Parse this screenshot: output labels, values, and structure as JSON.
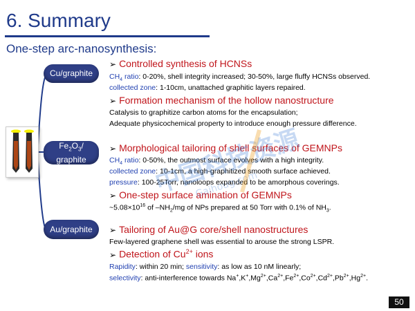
{
  "slide": {
    "title": "6. Summary",
    "subtitle": "One-step arc-nanosynthesis:",
    "page_number": "50"
  },
  "categories": {
    "cu": "Cu/graphite",
    "fe_prefix": "Fe",
    "fe_sub1": "2",
    "fe_mid": "O",
    "fe_sub2": "3",
    "fe_suffix": "/",
    "fe_line2": "graphite",
    "au": "Au/graphite"
  },
  "sections": {
    "s1": {
      "head": "Controlled synthesis of HCNSs",
      "l1_kw1": "CH",
      "l1_sub": "4",
      "l1_kw2": " ratio",
      "l1_text": ": 0-20%, shell integrity increased; 30-50%, large fluffy HCNSs observed.",
      "l2_kw": "collected zone",
      "l2_text": ": 1-10cm, unattached graphitic layers repaired."
    },
    "s2": {
      "head": "Formation mechanism of the hollow nanostructure",
      "l1": "Catalysis to graphitize carbon atoms for the encapsulation;",
      "l2": "Adequate physicochemical property to introduce enough pressure difference."
    },
    "s3": {
      "head": "Morphological tailoring of shell surfaces of GEMNPs",
      "l1_kw1": "CH",
      "l1_sub": "4",
      "l1_kw2": " ratio",
      "l1_text": ": 0-50%, the outmost surface evolves with a high integrity.",
      "l2_kw": "collected zone",
      "l2_text": ": 10-1cm, a high-graphitized smooth surface achieved.",
      "l3_kw": "pressure",
      "l3_text": ": 100-25Torr, nanoloops expanded to be amorphous coverings."
    },
    "s4": {
      "head": "One-step surface amination of GEMNPs",
      "l1_a": "~5.08",
      "l1_times": "×",
      "l1_b": "10",
      "l1_exp": "16",
      "l1_c": " of –NH",
      "l1_sub2": "2",
      "l1_d": "/mg of NPs prepared at 50 Torr with 0.1% of NH",
      "l1_sub3": "3",
      "l1_e": "."
    },
    "s5": {
      "head": "Tailoring of Au@G core/shell nanostructures",
      "l1": "Few-layered graphene shell was essential to arouse the strong LSPR."
    },
    "s6": {
      "head_a": "Detection of Cu",
      "head_sup": "2+",
      "head_b": " ions",
      "l1_kw1": "Rapidity",
      "l1_t1": ": within 20 min; ",
      "l1_kw2": "sensitivity",
      "l1_t2": ": as low as 10 nM linearly;",
      "l2_kw": "selectivity",
      "l2_t": ": anti-interference towards Na",
      "ions": [
        "+",
        ",K",
        "+",
        ",Mg",
        "2+",
        ",Ca",
        "2+",
        ",Fe",
        "2+",
        ",Co",
        "2+",
        ",Cd",
        "2+",
        ",Pb",
        "2+",
        ",Hg",
        "2+",
        "."
      ]
    }
  },
  "watermark": {
    "main": "中国科技资源",
    "sub": "Gaihoug.com"
  },
  "colors": {
    "title_blue": "#1f3a8a",
    "keyword_blue": "#1f3fb0",
    "heading_red": "#c0151b",
    "pill_bg": "#2f3f86"
  }
}
